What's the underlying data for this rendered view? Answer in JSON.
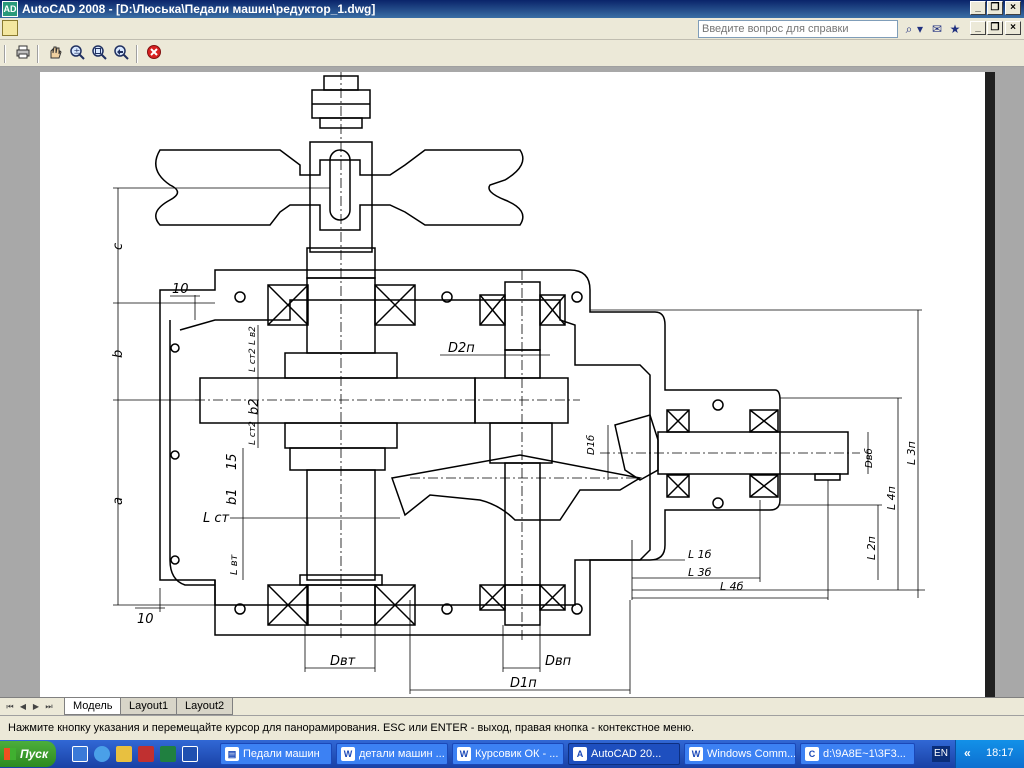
{
  "window": {
    "app_icon": "AD",
    "title": "AutoCAD 2008 - [D:\\Люська\\Педали машин\\редуктор_1.dwg]",
    "minimize": "_",
    "restore": "❐",
    "close": "×"
  },
  "menubar": {
    "help_placeholder": "Введите вопрос для справки",
    "search_icon": "⌕",
    "dropdown_icon": "▾",
    "comm_icon": "✉",
    "favorites_icon": "★"
  },
  "toolbar": {
    "icons": [
      "print-icon",
      "pan-realtime-icon",
      "zoom-realtime-icon",
      "zoom-window-icon",
      "zoom-previous-icon",
      "close-viewer-icon"
    ]
  },
  "drawing": {
    "dimensions": {
      "c": "c",
      "b": "b",
      "a": "a",
      "ten_top": "10",
      "ten_bottom": "10",
      "l_b2_top": "L в2",
      "l_ct2": "L ст2",
      "b2": "b2",
      "l_ct2_low": "L ст2",
      "fifteen": "15",
      "b1": "b1",
      "l_ct1": "L ст",
      "l_vt": "L вт",
      "d2p": "D2п",
      "d1b": "D1б",
      "db6": "Dвб",
      "l3p": "L 3п",
      "l4p": "L 4п",
      "l2p": "L 2п",
      "l1b": "L 1б",
      "l3b": "L 3б",
      "l4b": "L 4б",
      "dvt": "Dвт",
      "dvp": "Dвп",
      "d1p": "D1п"
    }
  },
  "tabs": {
    "items": [
      "Модель",
      "Layout1",
      "Layout2"
    ],
    "active": "Модель"
  },
  "command_line": {
    "message": "Нажмите кнопку указания и перемещайте курсор для панорамирования. ESC или ENTER - выход, правая кнопка - контекстное меню."
  },
  "taskbar": {
    "start_label": "Пуск",
    "tasks": [
      {
        "label": "Педали машин",
        "icon": "📁"
      },
      {
        "label": "детали машин ...",
        "icon": "W"
      },
      {
        "label": "Курсовик ОК - ...",
        "icon": "W"
      },
      {
        "label": "AutoCAD 20...",
        "icon": "A"
      },
      {
        "label": "Windows Comm...",
        "icon": "W"
      },
      {
        "label": "d:\\9A8E~1\\3F3...",
        "icon": "C"
      }
    ],
    "language": "EN",
    "tray_chevron": "«",
    "clock": "18:17"
  },
  "colors": {
    "titlebar": "#0a246a",
    "canvas_bg": "#a8a8a8",
    "paper": "#ffffff",
    "taskbar": "#245edb",
    "start_button": "#3c9a2f"
  }
}
